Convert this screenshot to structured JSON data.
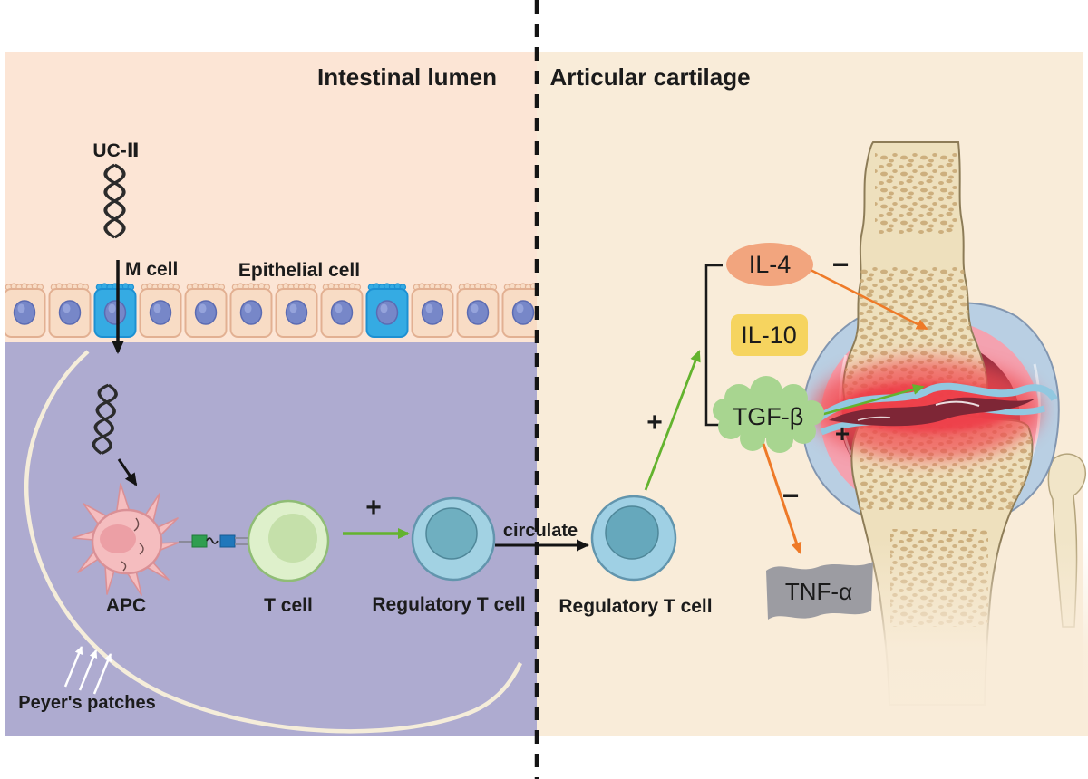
{
  "titles": {
    "left": "Intestinal lumen",
    "right": "Articular cartilage"
  },
  "intestinal": {
    "ucii_label": "UC-Ⅱ",
    "m_cell_label": "M cell",
    "epithelial_label": "Epithelial cell",
    "apc_label": "APC",
    "t_cell_label": "T cell",
    "treg_label": "Regulatory T cell",
    "peyers_label": "Peyer's patches",
    "activation_plus": "+"
  },
  "circulation": {
    "circulate_label": "circulate",
    "treg_label": "Regulatory T cell",
    "stimulate_plus": "+"
  },
  "articular": {
    "cytokines": [
      {
        "id": "il4",
        "label": "IL-4",
        "color": "#f2a57e",
        "shape": "ellipse",
        "effect_sign": "−",
        "effect_color": "#ee7a28"
      },
      {
        "id": "il10",
        "label": "IL-10",
        "color": "#f6d45f",
        "shape": "rounded-rect"
      },
      {
        "id": "tgfb",
        "label": "TGF-β",
        "color": "#a8d590",
        "shape": "cloud",
        "effect_sign": "+",
        "effect_color": "#63b32e"
      },
      {
        "id": "tnfa",
        "label": "TNF-α",
        "color": "#9c9ca2",
        "shape": "banner",
        "effect_sign": "−",
        "effect_color": "#ee7a28"
      }
    ]
  },
  "colors": {
    "panel_lumen": "#fce5d5",
    "panel_peyers": "#aeabd0",
    "panel_cartilage": "#f9ecd9",
    "epithelial_cell": "#f8dcc5",
    "m_cell": "#35abe3",
    "nucleus_blue": "#7787c8",
    "apc_pink": "#f5bdbf",
    "t_cell_green": "#def0cb",
    "treg_blue": "#a2d2e3",
    "arrow_green": "#63b32e",
    "arrow_orange": "#ee7a28",
    "bone": "#eee0bd",
    "trabecula": "#c9aa77",
    "capsule_blue": "#b9cfe3",
    "synovium_pink": "#f4a2b0",
    "synovium_dark_red": "#8e2b3e",
    "inflammation_red": "#ee4750",
    "cartilage_blue": "#92c8e0"
  }
}
